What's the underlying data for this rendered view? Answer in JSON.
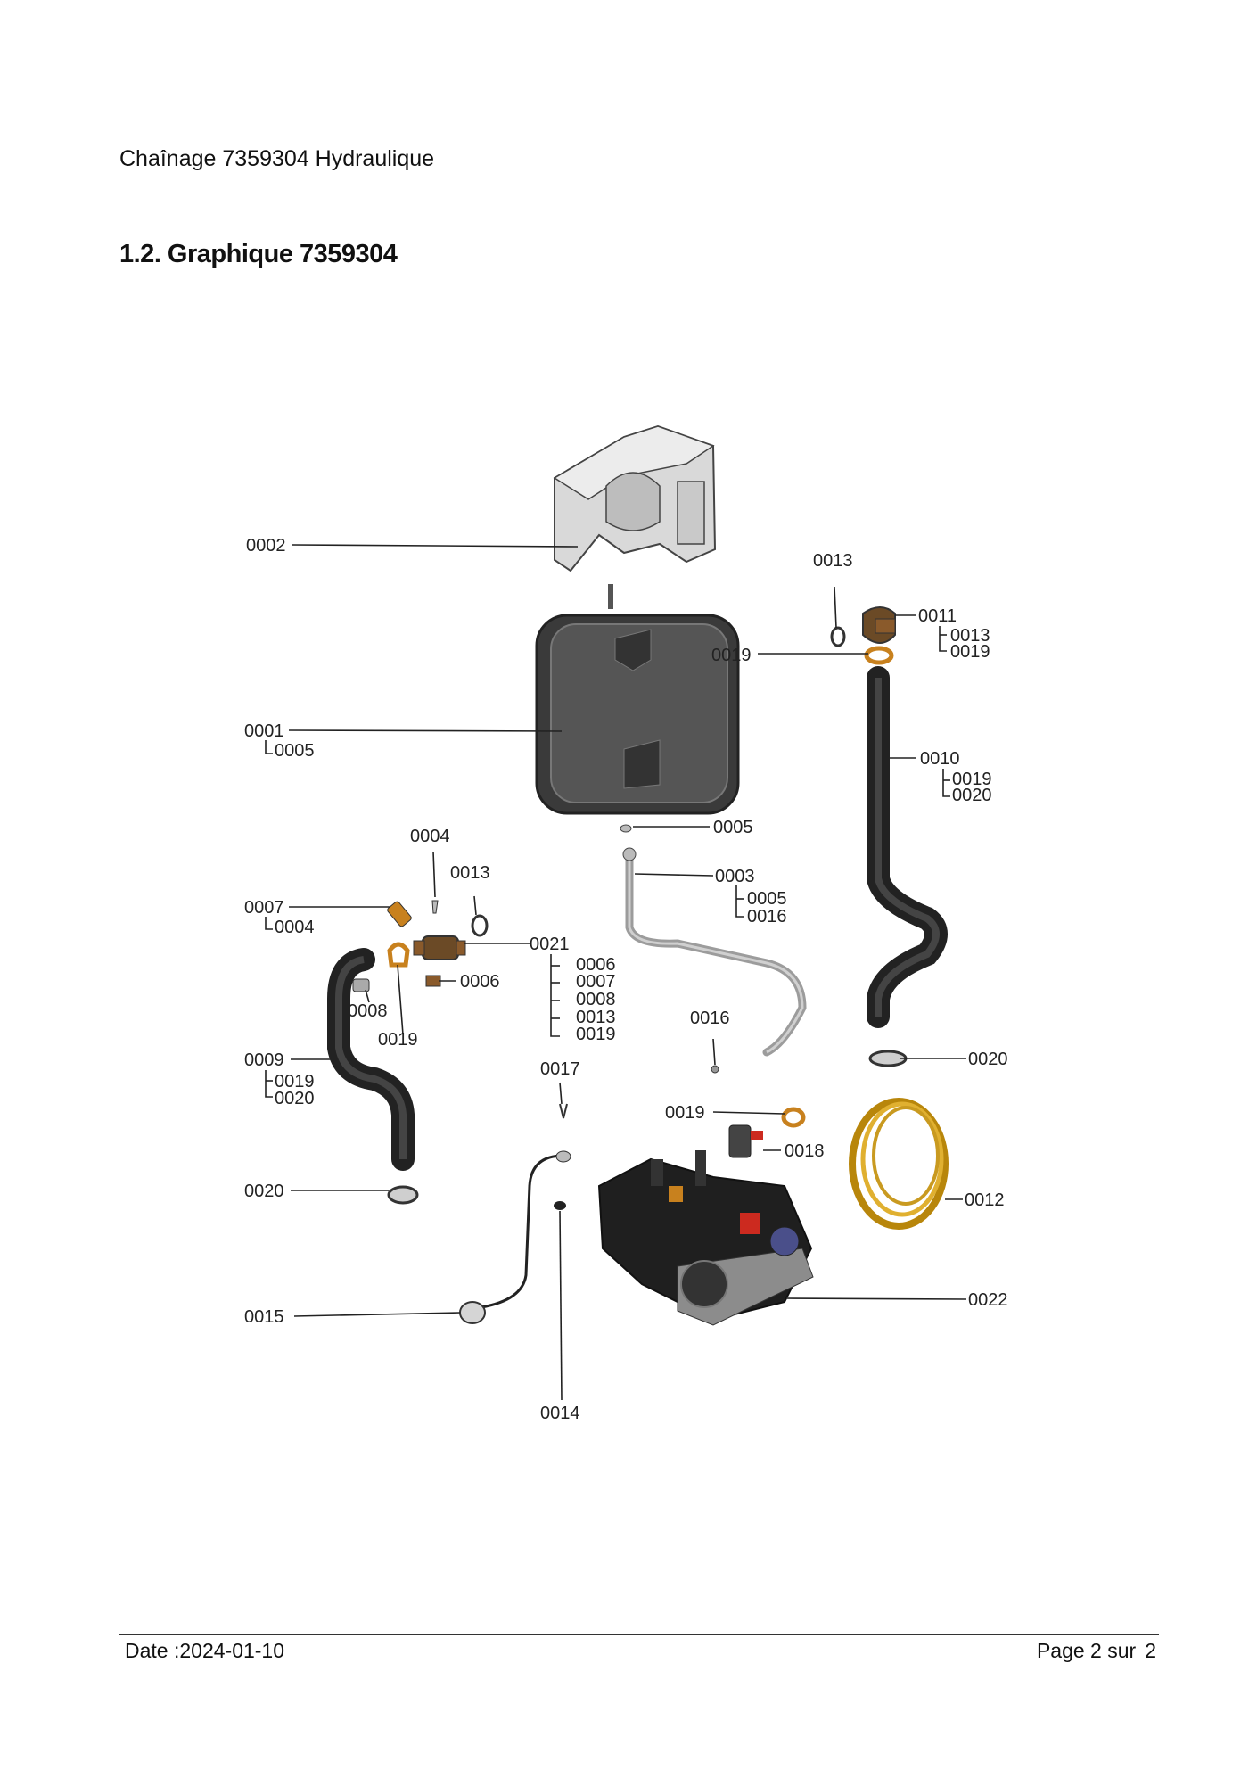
{
  "header": {
    "title": "Chaînage 7359304 Hydraulique"
  },
  "section": {
    "title": "1.2. Graphique 7359304"
  },
  "footer": {
    "date": "Date :2024-01-10",
    "page_label": "Page 2 sur",
    "page_total": "2"
  },
  "diagram": {
    "labels": [
      "0002",
      "0013",
      "0011",
      "0013",
      "0019",
      "0019",
      "0001",
      "0005",
      "0010",
      "0019",
      "0020",
      "0005",
      "0004",
      "0013",
      "0003",
      "0005",
      "0016",
      "0007",
      "0004",
      "0021",
      "0006",
      "0007",
      "0008",
      "0013",
      "0019",
      "0006",
      "0008",
      "0019",
      "0016",
      "0009",
      "0019",
      "0020",
      "0020",
      "0017",
      "0019",
      "0018",
      "0012",
      "0020",
      "0022",
      "0015",
      "0014"
    ],
    "colors": {
      "line": "#222222",
      "part_dark": "#2b2b2b",
      "part_gray": "#b5b5b5",
      "copper": "#c8811e",
      "brass": "#8a5a2b",
      "red": "#cc2a1f"
    }
  }
}
